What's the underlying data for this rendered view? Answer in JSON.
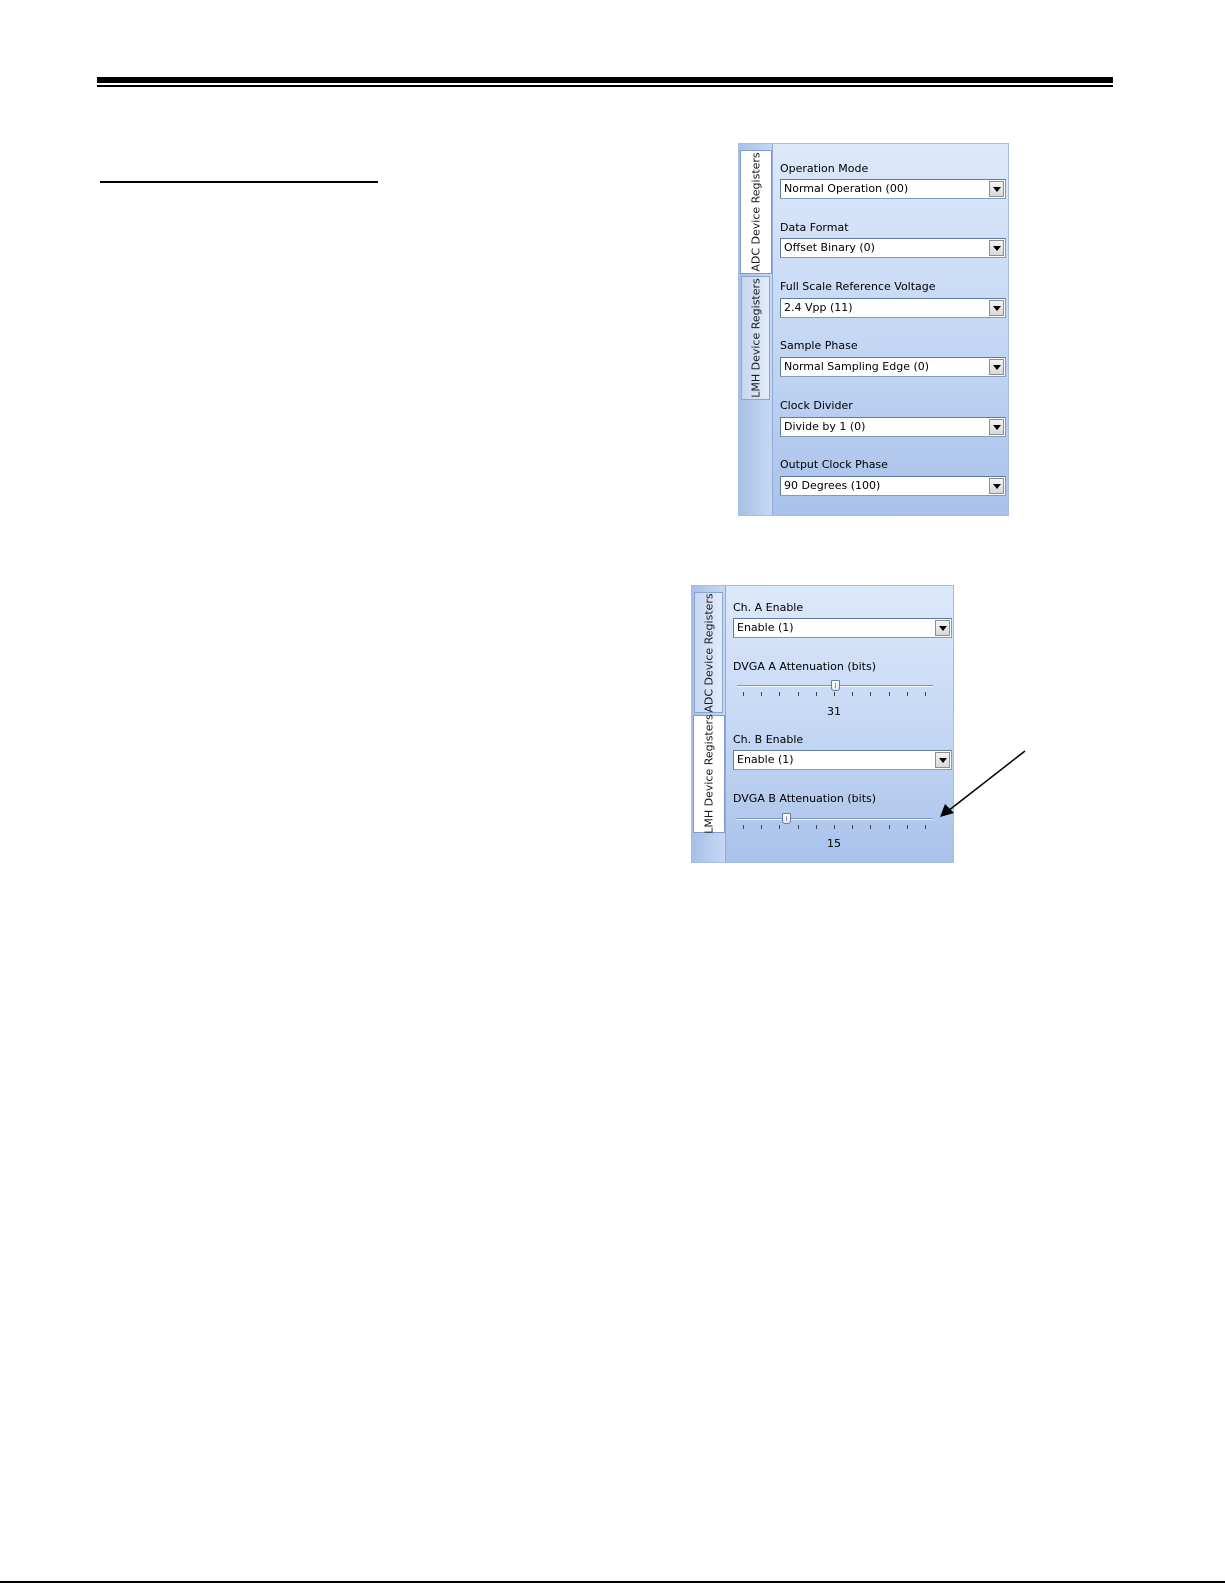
{
  "panel_top": {
    "tabs": [
      {
        "label": "ADC Device Registers",
        "active": true
      },
      {
        "label": "LMH Device Registers",
        "active": false
      }
    ],
    "fields": [
      {
        "label": "Operation Mode",
        "value": "Normal Operation (00)"
      },
      {
        "label": "Data Format",
        "value": "Offset Binary (0)"
      },
      {
        "label": "Full Scale Reference Voltage",
        "value": "2.4 Vpp (11)"
      },
      {
        "label": "Sample Phase",
        "value": "Normal Sampling Edge (0)"
      },
      {
        "label": "Clock Divider",
        "value": "Divide by 1 (0)"
      },
      {
        "label": "Output Clock Phase",
        "value": "90 Degrees (100)"
      }
    ]
  },
  "panel_bottom": {
    "tabs": [
      {
        "label": "ADC Device Registers",
        "active": false
      },
      {
        "label": "LMH Device Registers",
        "active": true
      }
    ],
    "ch_a_enable": {
      "label": "Ch. A Enable",
      "value": "Enable (1)"
    },
    "dvga_a": {
      "label": "DVGA A Attenuation (bits)",
      "value": "31",
      "fraction": 0.5
    },
    "ch_b_enable": {
      "label": "Ch. B Enable",
      "value": "Enable (1)"
    },
    "dvga_b": {
      "label": "DVGA B Attenuation (bits)",
      "value": "15",
      "fraction": 0.25
    }
  },
  "colors": {
    "panel_gradient_top": "#dde9fb",
    "panel_gradient_bottom": "#a9c2ea",
    "rule": "#000000"
  }
}
